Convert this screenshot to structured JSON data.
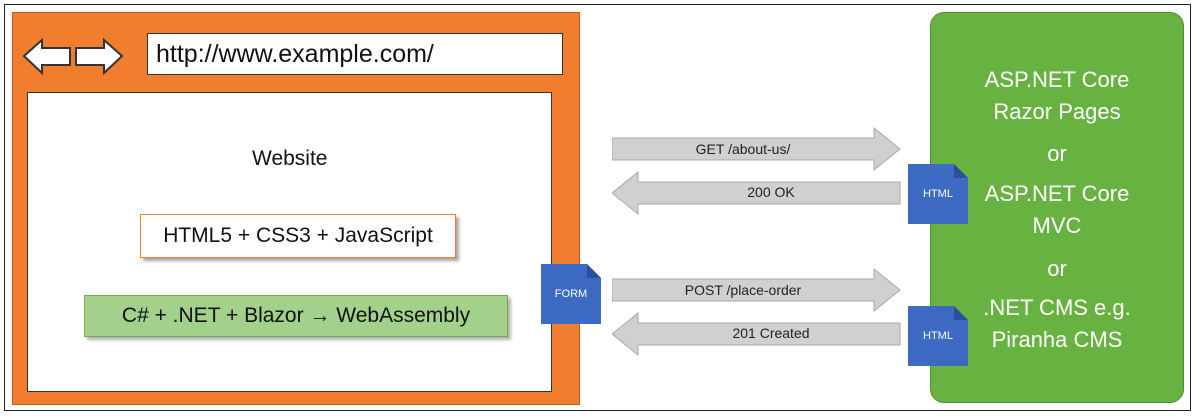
{
  "browser": {
    "url": "http://www.example.com/",
    "website_title": "Website",
    "tech_html": "HTML5 + CSS3 + JavaScript",
    "tech_blazor": "C# + .NET + Blazor → WebAssembly"
  },
  "tags": {
    "form": "FORM",
    "html_top": "HTML",
    "html_bottom": "HTML"
  },
  "requests": {
    "get": "GET /about-us/",
    "ok": "200 OK",
    "post": "POST /place-order",
    "created": "201 Created"
  },
  "server": {
    "line1": "ASP.NET Core",
    "line2": "Razor Pages",
    "or1": "or",
    "line3": "ASP.NET Core",
    "line4": "MVC",
    "or2": "or",
    "line5": ".NET CMS e.g.",
    "line6": "Piranha CMS"
  },
  "colors": {
    "browser": "#f07e2e",
    "server": "#68b242",
    "tag": "#3d6bc4",
    "arrow": "#d0d0d0",
    "blazor": "#a3d08b"
  }
}
